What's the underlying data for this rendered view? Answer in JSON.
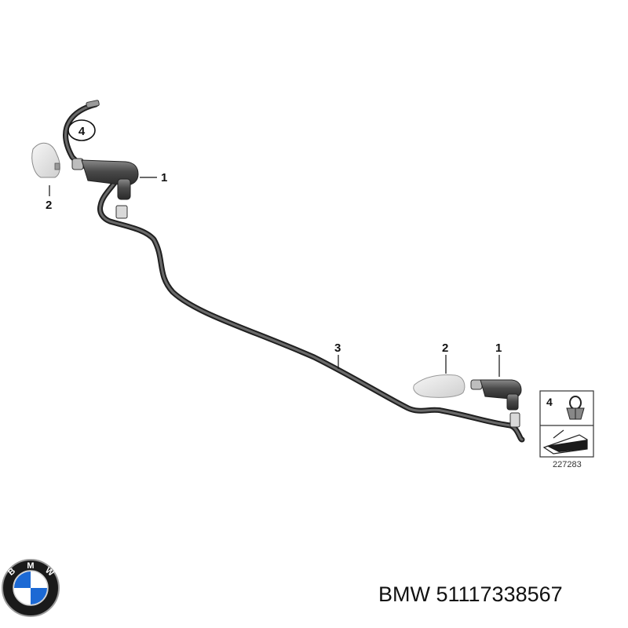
{
  "callouts": {
    "clip_top": "4",
    "nozzle_left": "1",
    "cover_left": "2",
    "hose": "3",
    "cover_right": "2",
    "nozzle_right": "1"
  },
  "legend": {
    "item_number": "4",
    "reference_number": "227283"
  },
  "logo": {
    "letters": [
      "B",
      "M",
      "W"
    ]
  },
  "caption": {
    "brand": "BMW",
    "part_number": "51117338567",
    "text": "BMW 51117338567"
  },
  "colors": {
    "hose": "#3a3a3a",
    "part": "#555555",
    "cover": "#e4e4e4",
    "logo_blue": "#1c69d4",
    "logo_ring": "#1a1a1a"
  }
}
